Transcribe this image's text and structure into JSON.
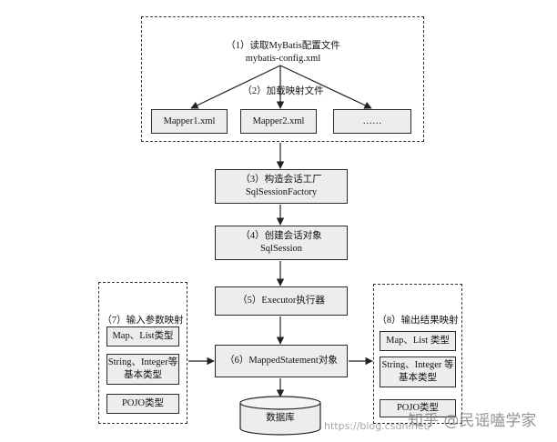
{
  "top_group": {
    "title": "（1）读取MyBatis配置文件",
    "file": "mybatis-config.xml",
    "load_label": "（2）加载映射文件",
    "mappers": [
      "Mapper1.xml",
      "Mapper2.xml",
      "……"
    ]
  },
  "steps": {
    "s3": {
      "line1": "（3）构造会话工厂",
      "line2": "SqlSessionFactory"
    },
    "s4": {
      "line1": "（4）创建会话对象",
      "line2": "SqlSession"
    },
    "s5": {
      "line1": "（5）Executor执行器"
    },
    "s6": {
      "line1": "（6）MappedStatement对象"
    }
  },
  "database": "数据库",
  "left_group": {
    "title": "（7）输入参数映射",
    "items": [
      {
        "line1": "Map、List类型"
      },
      {
        "line1": "String、Integer等",
        "line2": "基本类型"
      },
      {
        "line1": "POJO类型"
      }
    ]
  },
  "right_group": {
    "title": "（8）输出结果映射",
    "items": [
      {
        "line1": "Map、List 类型"
      },
      {
        "line1": "String、Integer 等",
        "line2": "基本类型"
      },
      {
        "line1": "POJO类型"
      }
    ]
  },
  "watermark": {
    "url": "https://blog.csdn.net/",
    "brand": "知乎 @民谣嗑学家"
  }
}
